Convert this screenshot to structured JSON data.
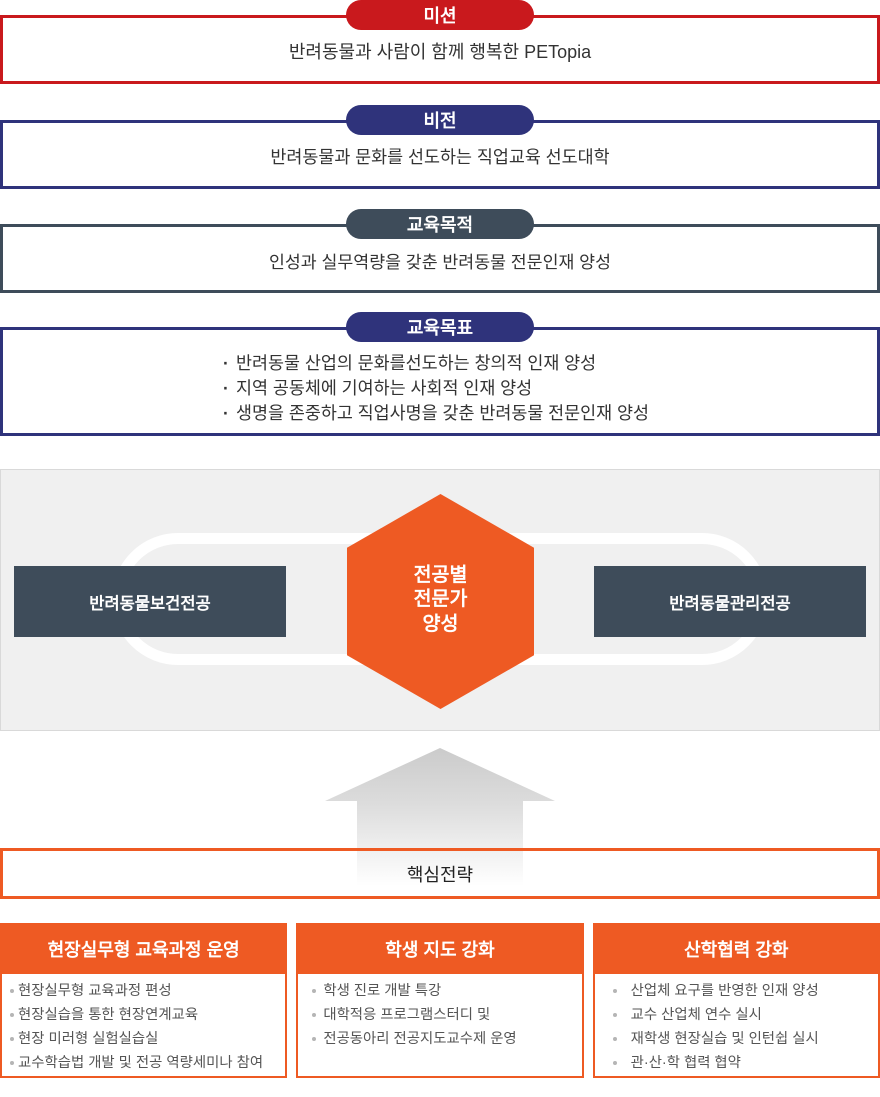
{
  "colors": {
    "red": "#c9191d",
    "navy": "#2f337b",
    "slate": "#3e4c5a",
    "orange": "#ee5a23",
    "panel_bg": "#f0f0f0",
    "text_dark": "#333333",
    "bullet_gray": "#b5b5b5"
  },
  "sections": {
    "mission": {
      "badge": "미션",
      "text": "반려동물과 사람이 함께 행복한 PETopia"
    },
    "vision": {
      "badge": "비전",
      "text": "반려동물과 문화를 선도하는 직업교육 선도대학"
    },
    "purpose": {
      "badge": "교육목적",
      "text": "인성과 실무역량을 갖춘 반려동물 전문인재 양성"
    },
    "goals": {
      "badge": "교육목표",
      "items": [
        "반려동물 산업의 문화를선도하는 창의적 인재 양성",
        "지역 공동체에 기여하는 사회적 인재 양성",
        "생명을 존중하고 직업사명을 갖춘 반려동물 전문인재 양성"
      ]
    }
  },
  "majors": {
    "left": "반려동물보건전공",
    "right": "반려동물관리전공",
    "center_lines": [
      "전공별",
      "전문가",
      "양성"
    ]
  },
  "strategy": {
    "title": "핵심전략",
    "cards": [
      {
        "title": "현장실무형 교육과정 운영",
        "items": [
          "현장실무형 교육과정 편성",
          "현장실습을 통한 현장연계교육",
          "현장 미러형 실험실습실",
          "교수학습법 개발 및 전공 역량세미나 참여"
        ]
      },
      {
        "title": "학생 지도 강화",
        "items": [
          "학생 진로 개발 특강",
          "대학적응 프로그램스터디 및",
          "전공동아리 전공지도교수제 운영"
        ]
      },
      {
        "title": "산학협력 강화",
        "items": [
          "산업체 요구를 반영한 인재 양성",
          "교수 산업체 연수 실시",
          "재학생 현장실습 및 인턴쉽 실시",
          "관·산·학 협력 협약"
        ]
      }
    ]
  }
}
